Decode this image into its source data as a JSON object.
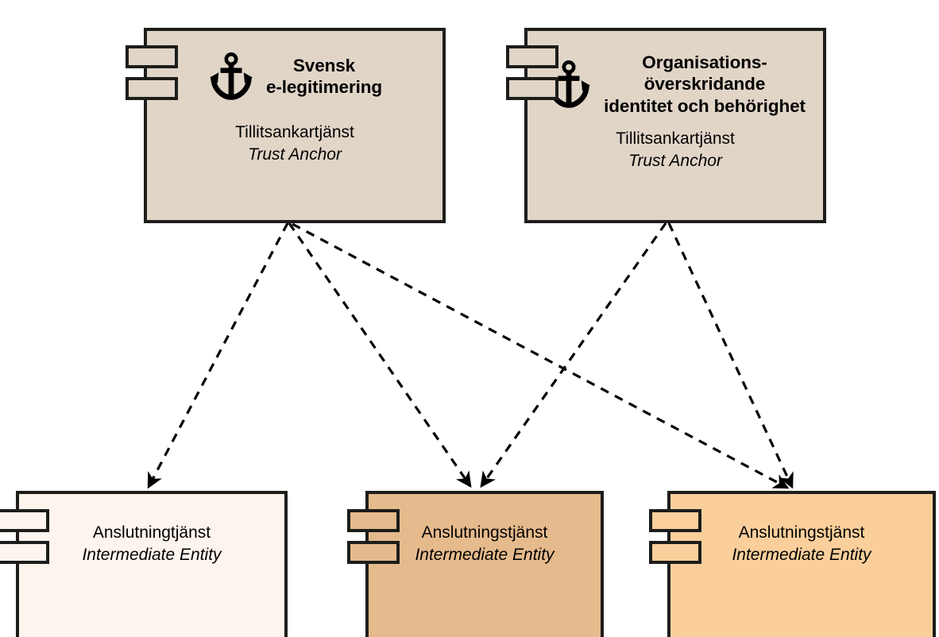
{
  "diagram": {
    "title": "Tillitsankartjanst och anslutningstjanst federation",
    "type": "uml-component-diagram",
    "background_color": "#ffffff",
    "line_color": "#1d1d1b",
    "edge_style": "dashed-arrow"
  },
  "trust_anchors": [
    {
      "id": "svensk-e-legitimering",
      "icon": "anchor-icon",
      "title_lines": [
        "Svensk",
        "e-legitimering"
      ],
      "role_sv": "Tillitsankartjänst",
      "role_en": "Trust Anchor",
      "fill_color": "#e0d5c7"
    },
    {
      "id": "organisationsoverskridande",
      "icon": "anchor-icon",
      "title_lines": [
        "Organisations-",
        "överskridande",
        "identitet och behörighet"
      ],
      "role_sv": "Tillitsankartjänst",
      "role_en": "Trust Anchor",
      "fill_color": "#e0d5c7"
    }
  ],
  "intermediate_entities": [
    {
      "id": "intermediate-1",
      "role_sv": "Anslutningtjänst",
      "role_en": "Intermediate Entity",
      "fill_color": "#fdf4ed"
    },
    {
      "id": "intermediate-2",
      "role_sv": "Anslutningstjänst",
      "role_en": "Intermediate Entity",
      "fill_color": "#e5ba8c"
    },
    {
      "id": "intermediate-3",
      "role_sv": "Anslutningstjänst",
      "role_en": "Intermediate Entity",
      "fill_color": "#facf9c"
    }
  ],
  "edges": [
    {
      "from": "svensk-e-legitimering",
      "to": "intermediate-1"
    },
    {
      "from": "svensk-e-legitimering",
      "to": "intermediate-2"
    },
    {
      "from": "svensk-e-legitimering",
      "to": "intermediate-3"
    },
    {
      "from": "organisationsoverskridande",
      "to": "intermediate-2"
    },
    {
      "from": "organisationsoverskridande",
      "to": "intermediate-3"
    }
  ]
}
